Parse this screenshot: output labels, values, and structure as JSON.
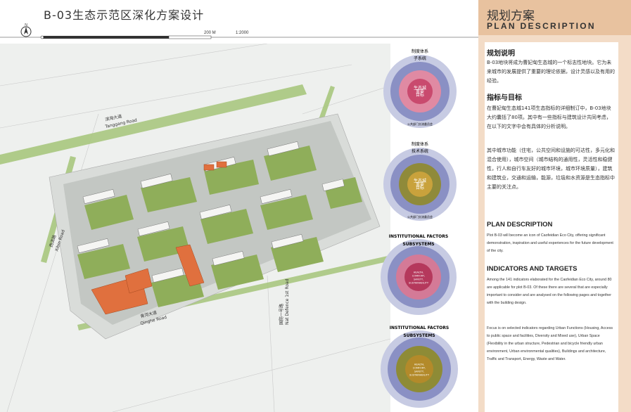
{
  "header": {
    "title": "B-03生态示范区深化方案设计",
    "scale_label": "200 M",
    "scale_ratio": "1:2000",
    "north_label": "N"
  },
  "map": {
    "roads": [
      {
        "cn": "滨海大道",
        "en": "Tanggang Road"
      },
      {
        "cn": "西滨路",
        "en": "Xibin Road"
      },
      {
        "cn": "青河大道",
        "en": "Qinghe Road"
      },
      {
        "cn": "国防一号路",
        "en": "Nat Defence 1st Road"
      }
    ]
  },
  "wheels": [
    {
      "outer": "制度体系",
      "mid": "子系统",
      "center": "生态城\n重要\n目标",
      "bottom": "公共部门交流委员会",
      "center_color": "#c94a6e",
      "mid_color": "#e08aa3"
    },
    {
      "outer": "制度体系",
      "mid": "技术系统",
      "center": "生态城\n重要\n目标",
      "bottom": "公共部门交流委员会",
      "center_color": "#c9a23c",
      "mid_color": "#8f8a3a"
    },
    {
      "outer": "INSTITUTIONAL FACTORS",
      "mid": "SUBSYSTEMS",
      "center": "HEALTH,\nCOMFORT,\nSAFETY,\nSUSTAINABILITY",
      "bottom": "",
      "center_color": "#b5385c",
      "mid_color": "#d47a97"
    },
    {
      "outer": "INSTITUTIONAL FACTORS",
      "mid": "SUBSYSTEMS",
      "center": "HEALTH,\nCOMFORT,\nSAFETY,\nSUSTAINABILITY",
      "bottom": "",
      "center_color": "#b38a2a",
      "mid_color": "#8e8b36"
    }
  ],
  "panel": {
    "title_cn": "规划方案",
    "title_en": "PLAN DESCRIPTION",
    "sec1_h": "规划说明",
    "sec1_p": "B-03地块将成为曹妃甸生态城的一个标志性地块。它为未来城市的发展提供了重要的理论依据，设计灵感以及有用的经验。",
    "sec2_h": "指标与目标",
    "sec2_p1": "在曹妃甸生态城141项生态指标的详细制订中，B-03地块大约囊括了80项。其中有一些指标与建筑设计共同考虑，在以下的文字中会有具体的分析说明。",
    "sec2_p2": "其中城市功能（住宅，公共空间和设施的可达性，多元化和混合使用），城市空间（城市结构的通用性，灵活性和稳健性，行人和自行车友好的城市环境，城市环境质量），建筑和建筑业，交通和运输，能源，垃圾和水资源是生态指标中主要的关注点。",
    "en1_h": "PLAN DESCRIPTION",
    "en1_p": "Plot B-03 will become an icon of Caofeidian Eco City, offering significant demonstration, inspiration and useful experiences for the future development of the city.",
    "en2_h": "INDICATORS AND TARGETS",
    "en2_p1": "Among the 141 indicators elaborated for the Caofeidian Eco City, around 80 are applicable for plot B-03. Of these there are several that are especially important to consider and are analysed on the following pages and together with the building design.",
    "en2_p2": "Focus is on selected indicators regarding Urban Functions (Housing, Access to public space and facilities, Diversity and Mixed use), Urban Space (Flexibility in the urban structure, Pedestrian and bicycle friendly urban environment, Urban environmental qualities), Buildings and architecture, Traffic and Transport, Energy, Waste and Water."
  }
}
